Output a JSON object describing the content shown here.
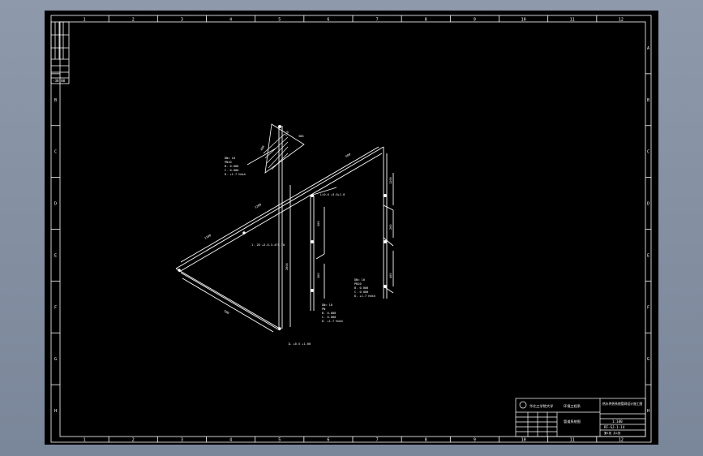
{
  "app": {
    "background_color": "#8e99ab",
    "canvas_color": "#000000",
    "line_color": "#ffffff"
  },
  "frame": {
    "top_ruler": [
      "1",
      "2",
      "3",
      "4",
      "5",
      "6",
      "7",
      "8",
      "9",
      "10",
      "11",
      "12"
    ],
    "bottom_ruler": [
      "1",
      "2",
      "3",
      "4",
      "5",
      "6",
      "7",
      "8",
      "9",
      "10",
      "11",
      "12"
    ],
    "left_ruler": [
      "B",
      "C",
      "D",
      "E",
      "F",
      "G",
      "H"
    ],
    "right_ruler": [
      "A",
      "B",
      "C",
      "D",
      "E",
      "F",
      "G",
      "H"
    ]
  },
  "stamp": {
    "rows": [
      "",
      "",
      "",
      "-30.00"
    ]
  },
  "annotations": {
    "top_left": [
      "DN= 10",
      "PN10",
      "B. 0.000",
      "C. 0.000",
      "D. +1.7 Hdsh"
    ],
    "mid_left": [
      "1. 2D +3.0-3.475.78"
    ],
    "upper_mid": [
      "L=0.0 +3.0+1.0"
    ],
    "mid_right": [
      "DN= 10",
      "PN10",
      "B. 0.000",
      "C. 0.000",
      "D. +1.7 Hdsh"
    ],
    "low_mid": [
      "DN= 10",
      "PN",
      "B. 0.000",
      "C. 0.000",
      "D. +1.7 Hdsh"
    ],
    "bottom": [
      "1L +0.5 +1.00"
    ],
    "dims": [
      "1200",
      "680",
      "1100",
      "500",
      "2800",
      "500",
      "1200",
      "260",
      "400",
      "300",
      "400",
      "210",
      "380",
      "160"
    ]
  },
  "title_block": {
    "school": "华北工学院大学",
    "dept": "环境工程系",
    "project": "热水供热系统管网设计施工图",
    "sheet_title": "管道系统图",
    "scale": "1:100",
    "drawing_no": "RF-SJ-1-14",
    "sheet_info": "第1张 共1张"
  }
}
